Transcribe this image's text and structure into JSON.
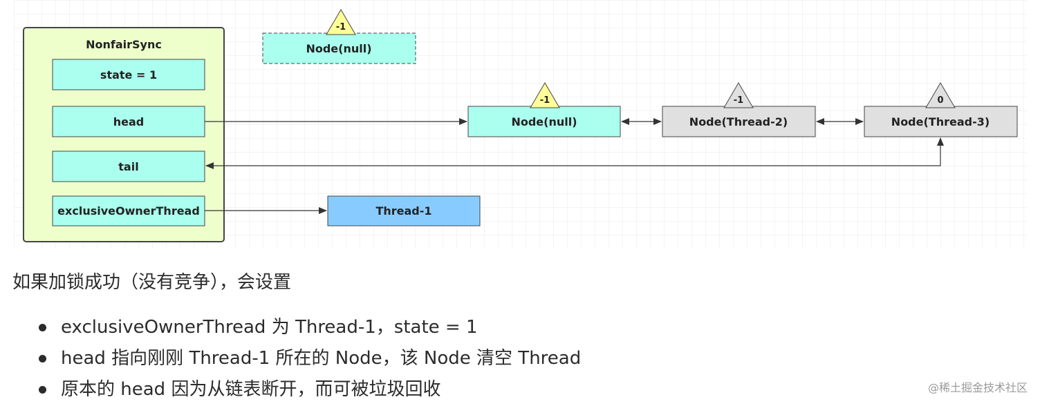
{
  "diagram": {
    "nodes": [
      {
        "id": "nonfairsync",
        "label": "NonfairSync",
        "fill": "#eeffcc",
        "stroke": "#444444"
      },
      {
        "id": "state",
        "label": "state = 1",
        "fill": "#aaffee"
      },
      {
        "id": "head",
        "label": "head",
        "fill": "#aaffee"
      },
      {
        "id": "tail",
        "label": "tail",
        "fill": "#aaffee"
      },
      {
        "id": "exclusiveOwnerThread",
        "label": "exclusiveOwnerThread",
        "fill": "#aaffee"
      },
      {
        "id": "old-head-node",
        "label": "Node(null)",
        "fill": "#aaffee",
        "dashed": true,
        "badge": "-1"
      },
      {
        "id": "node-null",
        "label": "Node(null)",
        "fill": "#aaffee",
        "badge": "-1"
      },
      {
        "id": "node-thread-2",
        "label": "Node(Thread-2)",
        "fill": "#e0e0e0",
        "badge": "-1"
      },
      {
        "id": "node-thread-3",
        "label": "Node(Thread-3)",
        "fill": "#e0e0e0",
        "badge": "0"
      },
      {
        "id": "thread-1",
        "label": "Thread-1",
        "fill": "#88ccff"
      }
    ],
    "edges": [
      {
        "from": "head",
        "to": "node-null",
        "type": "arrow"
      },
      {
        "from": "node-null",
        "to": "node-thread-2",
        "type": "bidirectional"
      },
      {
        "from": "node-thread-2",
        "to": "node-thread-3",
        "type": "bidirectional"
      },
      {
        "from": "node-thread-3",
        "to": "tail",
        "type": "arrow"
      },
      {
        "from": "exclusiveOwnerThread",
        "to": "thread-1",
        "type": "arrow"
      }
    ],
    "colors": {
      "yellow_badge": "#ffff99",
      "gray_badge": "#e0e0e0",
      "grid": "#e8e8e8",
      "edge": "#333333"
    }
  },
  "text": {
    "caption": "如果加锁成功（没有竞争），会设置",
    "bullets": [
      "exclusiveOwnerThread 为 Thread-1，state = 1",
      "head 指向刚刚 Thread-1 所在的 Node，该 Node 清空 Thread",
      "原本的 head 因为从链表断开，而可被垃圾回收"
    ],
    "watermark": "@稀土掘金技术社区"
  }
}
